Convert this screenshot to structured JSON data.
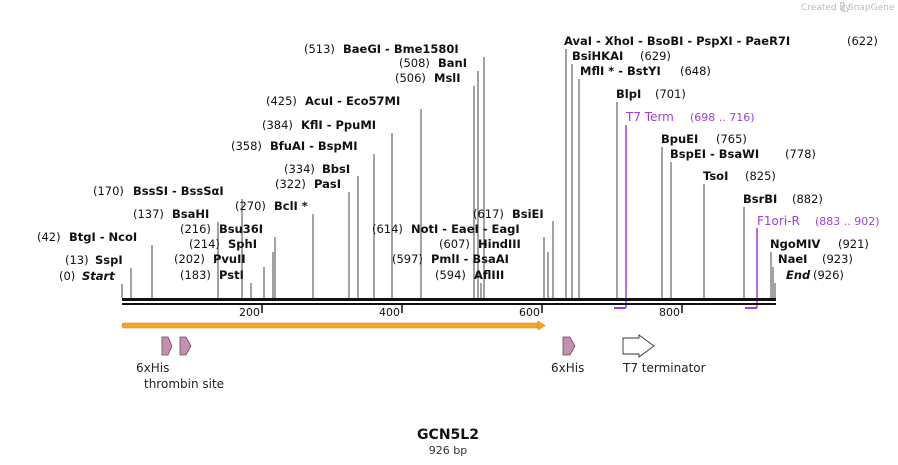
{
  "credit": {
    "prefix": "Created by",
    "brand": "SnapGene"
  },
  "map": {
    "name": "GCN5L2",
    "length_label": "926 bp",
    "length": 926
  },
  "ruler_ticks": [
    "200",
    "400",
    "600",
    "800"
  ],
  "sites": [
    {
      "pos": "(0)",
      "text": "Start",
      "style": "italic"
    },
    {
      "pos": "(13)",
      "text": "SspI"
    },
    {
      "pos": "(42)",
      "text": "BtgI  - NcoI"
    },
    {
      "pos": "(137)",
      "text": "BsaHI"
    },
    {
      "pos": "(170)",
      "text": "BssSI  - BssSαI"
    },
    {
      "pos": "(183)",
      "text": "PstI"
    },
    {
      "pos": "(202)",
      "text": "PvuII"
    },
    {
      "pos": "(214)",
      "text": "SphI"
    },
    {
      "pos": "(216)",
      "text": "Bsu36I"
    },
    {
      "pos": "(270)",
      "text": "BclI *"
    },
    {
      "pos": "(322)",
      "text": "PasI"
    },
    {
      "pos": "(334)",
      "text": "BbsI"
    },
    {
      "pos": "(358)",
      "text": "BfuAI  - BspMI"
    },
    {
      "pos": "(384)",
      "text": "KflI  - PpuMI"
    },
    {
      "pos": "(425)",
      "text": "AcuI  - Eco57MI"
    },
    {
      "pos": "(506)",
      "text": "MslI"
    },
    {
      "pos": "(508)",
      "text": "BanI"
    },
    {
      "pos": "(513)",
      "text": "BaeGI  - Bme1580I"
    },
    {
      "pos": "(594)",
      "text": "AflIII"
    },
    {
      "pos": "(597)",
      "text": "PmlI  - BsaAI"
    },
    {
      "pos": "(607)",
      "text": "HindIII"
    },
    {
      "pos": "(614)",
      "text": "NotI  - EaeI  - EagI"
    },
    {
      "pos": "(617)",
      "text": "BsiEI"
    },
    {
      "pos": "(622)",
      "text": "AvaI  - XhoI  - BsoBI  - PspXI  - PaeR7I"
    },
    {
      "pos": "(629)",
      "text": "BsiHKAI"
    },
    {
      "pos": "(648)",
      "text": "MflI * - BstYI"
    },
    {
      "pos": "(701)",
      "text": "BlpI"
    },
    {
      "pos": "(765)",
      "text": "BpuEI"
    },
    {
      "pos": "(778)",
      "text": "BspEI  - BsaWI"
    },
    {
      "pos": "(825)",
      "text": "TsoI"
    },
    {
      "pos": "(882)",
      "text": "BsrBI"
    },
    {
      "pos": "(921)",
      "text": "NgoMIV"
    },
    {
      "pos": "(923)",
      "text": "NaeI"
    },
    {
      "pos": "(926)",
      "text": "End",
      "style": "italic"
    }
  ],
  "primers": [
    {
      "name": "T7 Term",
      "range": "(698 .. 716)"
    },
    {
      "name": "F1ori-R",
      "range": "(883 .. 902)"
    }
  ],
  "features": [
    {
      "label": "6xHis"
    },
    {
      "label": "thrombin site"
    },
    {
      "label": "6xHis"
    },
    {
      "label": "T7 terminator"
    }
  ],
  "colors": {
    "backbone": "#111111",
    "orf_fill": "#f6a623",
    "tag_fill": "#c58fae",
    "primer": "#a13de0",
    "terminator_fill": "#ffffff"
  }
}
